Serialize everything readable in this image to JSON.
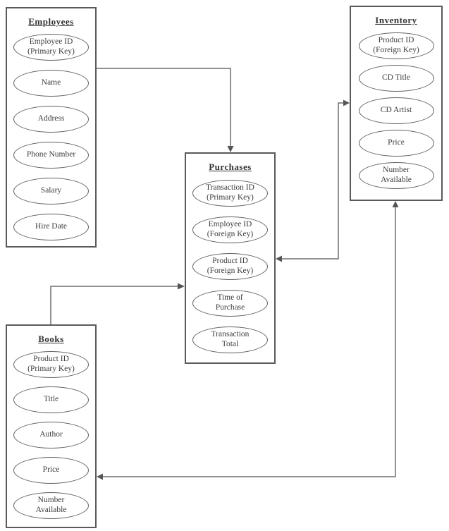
{
  "diagram": {
    "kind": "entity-relationship-diagram",
    "colors": {
      "background": "#ffffff",
      "box_border": "#5a5a5a",
      "ellipse_border": "#606060",
      "connector_line": "#6e6e6e",
      "arrowhead": "#555555",
      "text": "#3d3d3d",
      "title_text": "#333333"
    }
  },
  "entities": [
    {
      "id": "employees",
      "title": "Employees",
      "attributes": [
        "Employee ID\n(Primary Key)",
        "Name",
        "Address",
        "Phone Number",
        "Salary",
        "Hire Date"
      ]
    },
    {
      "id": "purchases",
      "title": "Purchases",
      "attributes": [
        "Transaction ID\n(Primary Key)",
        "Employee ID\n(Foreign Key)",
        "Product ID\n(Foreign Key)",
        "Time of\nPurchase",
        "Transaction\nTotal"
      ]
    },
    {
      "id": "inventory",
      "title": "Inventory",
      "attributes": [
        "Product ID\n(Foreign Key)",
        "CD Title",
        "CD Artist",
        "Price",
        "Number\nAvailable"
      ]
    },
    {
      "id": "books",
      "title": "Books",
      "attributes": [
        "Product ID\n(Primary Key)",
        "Title",
        "Author",
        "Price",
        "Number\nAvailable"
      ]
    }
  ],
  "relationships": [
    {
      "from": "Employees",
      "to": "Purchases",
      "arrowheads": "single (at Purchases top)"
    },
    {
      "from": "Books",
      "to": "Purchases",
      "arrowheads": "single (at Purchases left)"
    },
    {
      "from": "Purchases",
      "to": "Inventory",
      "arrowheads": "double (both ends)"
    },
    {
      "from": "Inventory",
      "to": "Books",
      "arrowheads": "double (both ends)"
    }
  ]
}
